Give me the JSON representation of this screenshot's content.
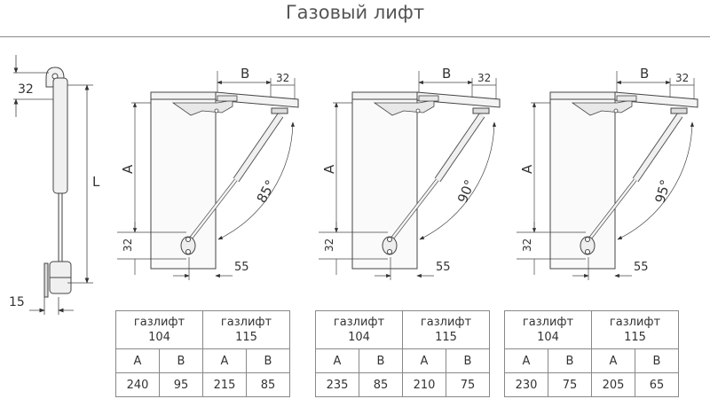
{
  "title": "Газовый лифт",
  "strut": {
    "dim_top": "32",
    "dim_length": "L",
    "dim_bottom": "15"
  },
  "panels": [
    {
      "dim_a": "A",
      "dim_b": "B",
      "dim_b2": "32",
      "dim_lower": "32",
      "dim_55": "55",
      "angle": "85°"
    },
    {
      "dim_a": "A",
      "dim_b": "B",
      "dim_b2": "32",
      "dim_lower": "32",
      "dim_55": "55",
      "angle": "90°"
    },
    {
      "dim_a": "A",
      "dim_b": "B",
      "dim_b2": "32",
      "dim_lower": "32",
      "dim_55": "55",
      "angle": "95°"
    }
  ],
  "tables": [
    {
      "models": [
        "газлифт 104",
        "газлифт 115"
      ],
      "cols": [
        "A",
        "B",
        "A",
        "B"
      ],
      "values": [
        "240",
        "95",
        "215",
        "85"
      ]
    },
    {
      "models": [
        "газлифт 104",
        "газлифт 115"
      ],
      "cols": [
        "A",
        "B",
        "A",
        "B"
      ],
      "values": [
        "235",
        "85",
        "210",
        "75"
      ]
    },
    {
      "models": [
        "газлифт 104",
        "газлифт 115"
      ],
      "cols": [
        "A",
        "B",
        "A",
        "B"
      ],
      "values": [
        "230",
        "75",
        "205",
        "65"
      ]
    }
  ]
}
